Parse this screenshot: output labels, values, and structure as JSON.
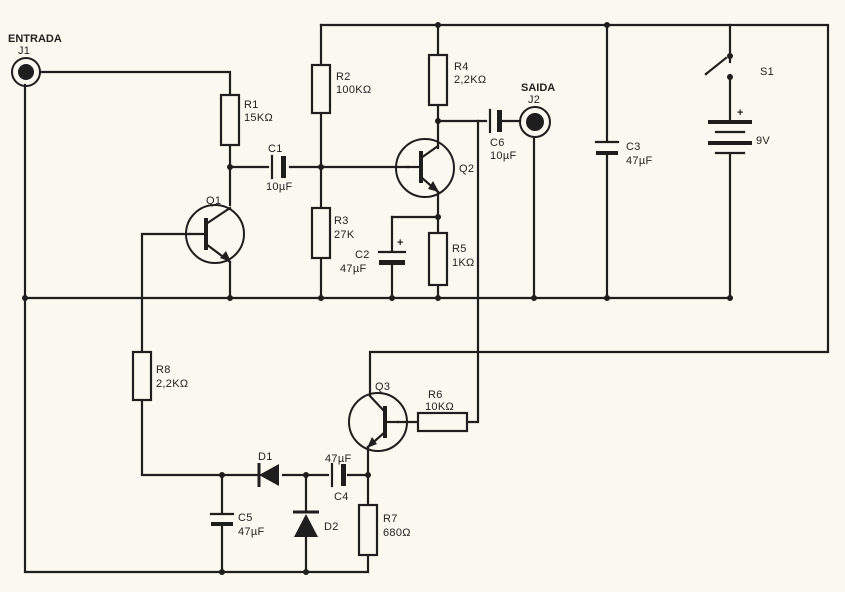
{
  "input_jack": {
    "title": "ENTRADA",
    "ref": "J1"
  },
  "output_jack": {
    "title": "SAIDA",
    "ref": "J2"
  },
  "components": {
    "R1": {
      "ref": "R1",
      "value": "15KΩ"
    },
    "R2": {
      "ref": "R2",
      "value": "100KΩ"
    },
    "R3": {
      "ref": "R3",
      "value": "27K"
    },
    "R4": {
      "ref": "R4",
      "value": "2,2KΩ"
    },
    "R5": {
      "ref": "R5",
      "value": "1KΩ"
    },
    "R6": {
      "ref": "R6",
      "value": "10KΩ"
    },
    "R7": {
      "ref": "R7",
      "value": "680Ω"
    },
    "R8": {
      "ref": "R8",
      "value": "2,2KΩ"
    },
    "C1": {
      "ref": "C1",
      "value": "10µF"
    },
    "C2": {
      "ref": "C2",
      "value": "47µF"
    },
    "C3": {
      "ref": "C3",
      "value": "47µF"
    },
    "C4": {
      "ref": "C4",
      "value": "47µF"
    },
    "C5": {
      "ref": "C5",
      "value": "47µF"
    },
    "C6": {
      "ref": "C6",
      "value": "10µF"
    },
    "Q1": {
      "ref": "Q1"
    },
    "Q2": {
      "ref": "Q2"
    },
    "Q3": {
      "ref": "Q3"
    },
    "D1": {
      "ref": "D1"
    },
    "D2": {
      "ref": "D2"
    },
    "S1": {
      "ref": "S1"
    },
    "B1": {
      "value": "9V",
      "plus": "+"
    }
  },
  "polarity_marks": {
    "C2": "+"
  }
}
